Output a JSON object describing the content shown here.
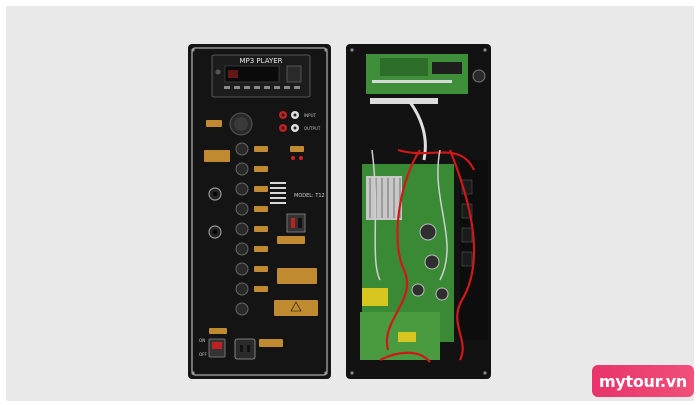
{
  "photo": {
    "front_panel": {
      "player_title": "MP3 PLAYER",
      "model_label": "MODEL: T12",
      "power_on": "ON",
      "power_off": "OFF",
      "input_label": "INPUT",
      "output_label": "OUTPUT"
    },
    "colors": {
      "backdrop": "#e9e9e9",
      "panel": "#141414",
      "board_green": "#3f8f3a",
      "wire_red": "#d01818",
      "label_gold": "#c08a30"
    }
  },
  "watermark": {
    "text": "mytour.vn"
  }
}
